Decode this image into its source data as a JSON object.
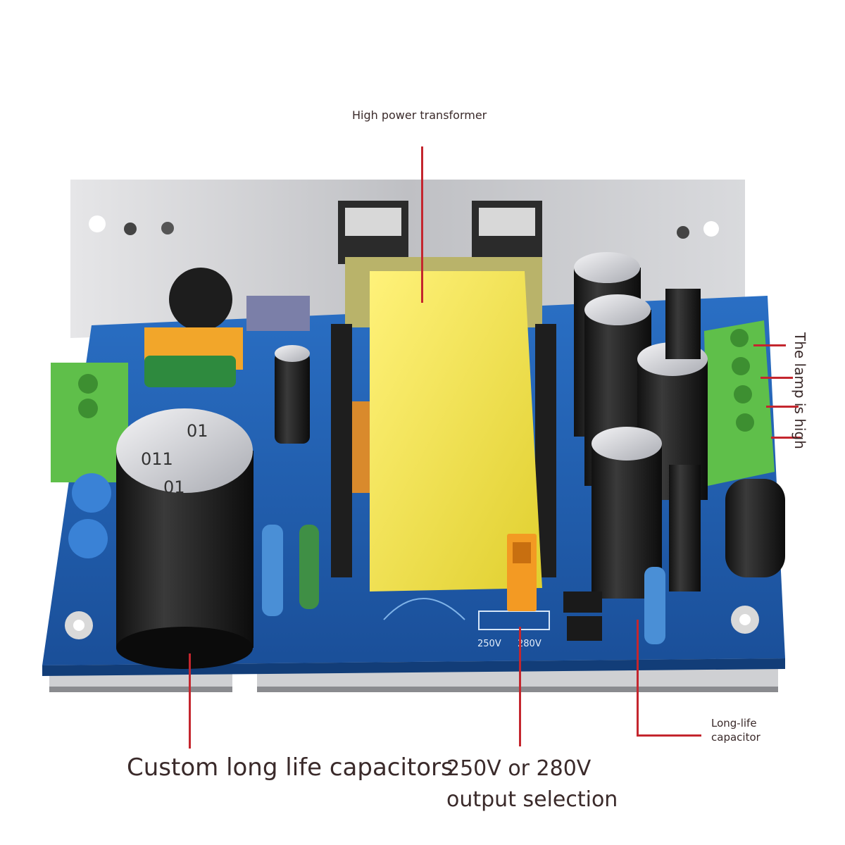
{
  "callouts": {
    "transformer": "High power transformer",
    "lamp": "The lamp is high",
    "custom_caps": "Custom long life capacitors",
    "output_line1": "250V or 280V",
    "output_line2": "output selection",
    "longlife_line1": "Long-life",
    "longlife_line2": "capacitor"
  },
  "pcb_markings": {
    "jumper_left": "250V",
    "jumper_right": "280V",
    "cap_sticker_1": "01",
    "cap_sticker_2": "011",
    "cap_sticker_3": "01"
  },
  "colors": {
    "pcb": "#1f5fb0",
    "heatsink": "#c9c9cc",
    "transformer": "#f2e64a",
    "terminal": "#5fbf4a",
    "jumper": "#f39a23",
    "callout": "#c4262e"
  }
}
